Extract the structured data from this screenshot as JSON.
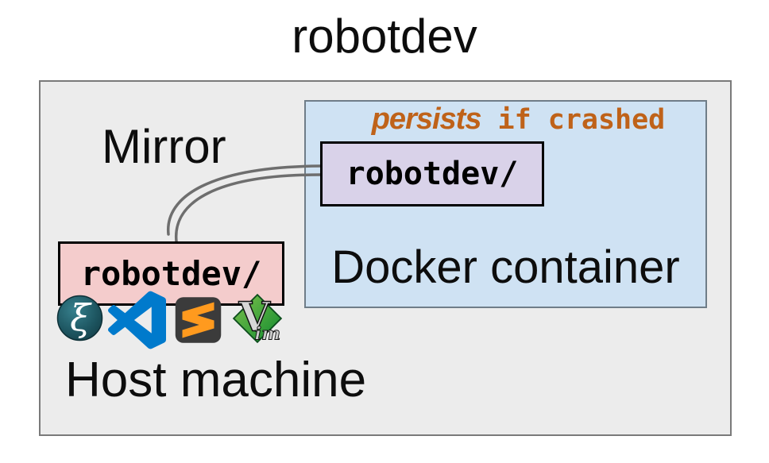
{
  "title": "robotdev",
  "host": {
    "label": "Host machine",
    "mirror_label": "Mirror",
    "folder_label": "robotdev/",
    "editor_icons": [
      "emacs",
      "vscode",
      "sublime-text",
      "vim"
    ]
  },
  "docker": {
    "label": "Docker container",
    "note_emphasis": "persists",
    "note_rest": " if crashed",
    "folder_label": "robotdev/"
  },
  "colors": {
    "host_bg": "#ececec",
    "host_border": "#7a7a7a",
    "docker_bg": "#cfe2f3",
    "docker_border": "#6f7d88",
    "host_folder_bg": "#f4cccc",
    "docker_folder_bg": "#d9d2e9",
    "box_border": "#000000",
    "note_text": "#bf6219",
    "connector": "#6e6e6e",
    "vscode_blue": "#007acc",
    "sublime_orange": "#ff9a1e",
    "vim_green": "#1a9e46",
    "emacs_teal": "#1d5560"
  }
}
